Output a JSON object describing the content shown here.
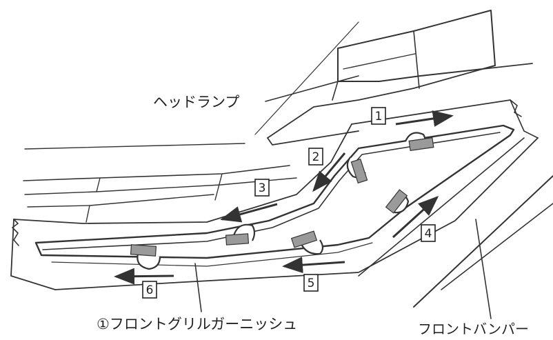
{
  "labels": {
    "headlamp": "ヘッドランプ",
    "garnish": "①フロントグリルガーニッシュ",
    "bumper": "フロントバンパー"
  },
  "steps": [
    "1",
    "2",
    "3",
    "4",
    "5",
    "6"
  ]
}
